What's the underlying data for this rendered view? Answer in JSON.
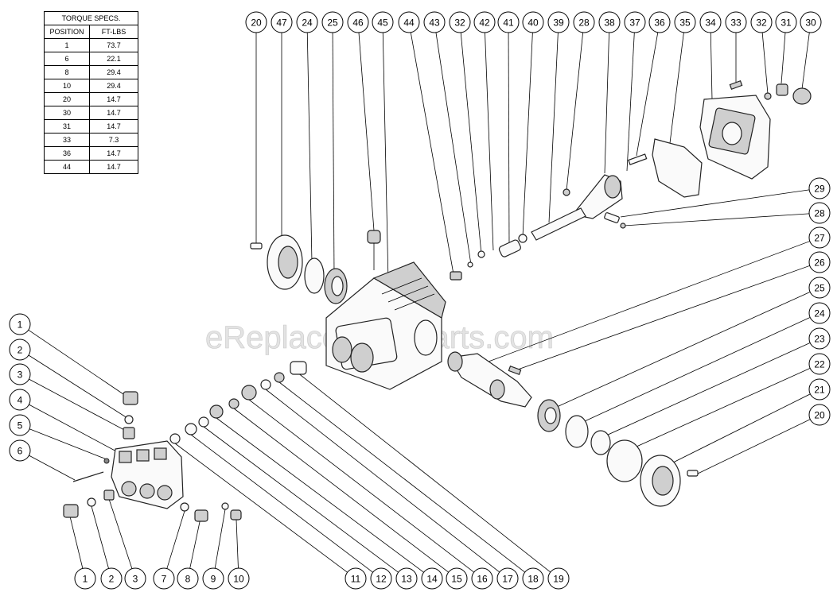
{
  "torque_table": {
    "title": "TORQUE SPECS.",
    "headers": [
      "POSITION",
      "FT-LBS"
    ],
    "rows": [
      [
        "1",
        "73.7"
      ],
      [
        "6",
        "22.1"
      ],
      [
        "8",
        "29.4"
      ],
      [
        "10",
        "29.4"
      ],
      [
        "20",
        "14.7"
      ],
      [
        "30",
        "14.7"
      ],
      [
        "31",
        "14.7"
      ],
      [
        "33",
        "7.3"
      ],
      [
        "36",
        "14.7"
      ],
      [
        "44",
        "14.7"
      ]
    ]
  },
  "watermark": "eReplacementParts.com",
  "callouts_top": [
    "20",
    "47",
    "24",
    "25",
    "46",
    "45",
    "44",
    "43",
    "32",
    "42",
    "41",
    "40",
    "39",
    "28",
    "38",
    "37",
    "36",
    "35",
    "34",
    "33",
    "32",
    "31",
    "30"
  ],
  "callouts_left": [
    "1",
    "2",
    "3",
    "4",
    "5",
    "6"
  ],
  "callouts_right": [
    "29",
    "28",
    "27",
    "26",
    "25",
    "24",
    "23",
    "22",
    "21",
    "20"
  ],
  "callouts_bottom": [
    "1",
    "2",
    "3",
    "7",
    "8",
    "9",
    "10",
    "11",
    "12",
    "13",
    "14",
    "15",
    "16",
    "17",
    "18",
    "19"
  ]
}
